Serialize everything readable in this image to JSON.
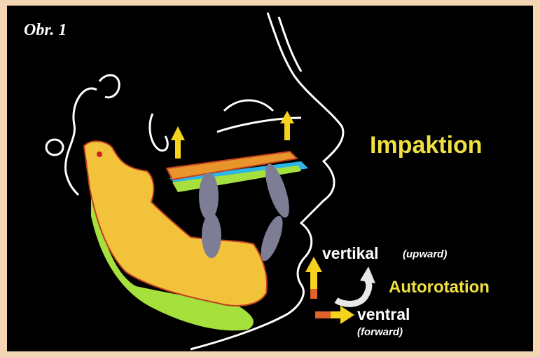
{
  "figure": {
    "label": "Obr. 1"
  },
  "labels": {
    "impaktion": "Impaktion",
    "vertikal": "vertikal",
    "upward": "(upward)",
    "autorotation": "Autorotation",
    "ventral": "ventral",
    "forward": "(forward)"
  },
  "colors": {
    "background": "#000000",
    "border": "#f4d6b4",
    "bone": "#f2c33a",
    "highlight_green": "#a6e03c",
    "highlight_blue": "#2fb6e8",
    "teeth": "#7d7d95",
    "arrow_yellow": "#f5d21e",
    "arrow_orange": "#e0632a",
    "outline": "#ffffff"
  },
  "icons": [
    "up-arrow-icon",
    "rotation-arrow-icon",
    "forward-arrow-icon"
  ]
}
